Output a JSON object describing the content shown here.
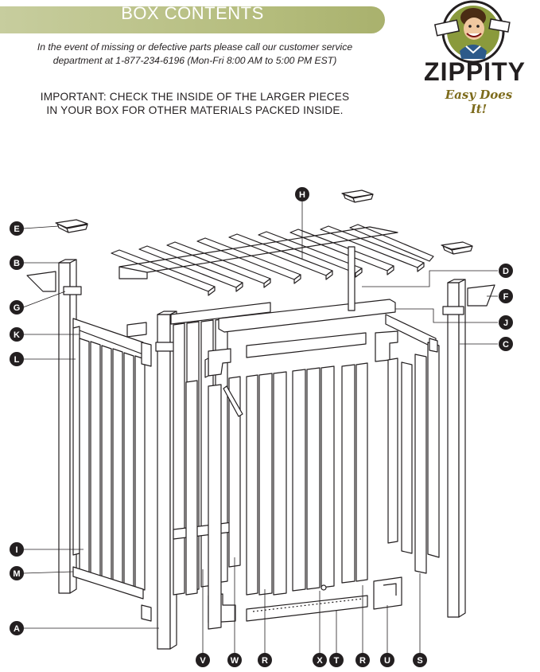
{
  "header": {
    "title": "BOX CONTENTS",
    "service_line1": "In the event of missing or defective parts please call our customer service",
    "service_line2": "department at 1-877-234-6196 (Mon-Fri 8:00 AM to 5:00 PM EST)",
    "important_line1": "IMPORTANT: CHECK THE INSIDE OF THE LARGER PIECES",
    "important_line2": "IN YOUR BOX FOR OTHER MATERIALS PACKED INSIDE."
  },
  "logo": {
    "brand": "ZIPPITY",
    "tagline": "Easy Does It!",
    "icon": "mascot-holding-fence-icon"
  },
  "diagram": {
    "left_labels": [
      "E",
      "B",
      "G",
      "K",
      "L",
      "I",
      "M",
      "A"
    ],
    "top_labels": [
      "H"
    ],
    "right_labels": [
      "D",
      "F",
      "J",
      "C"
    ],
    "bottom_labels": [
      "V",
      "W",
      "R",
      "X",
      "T",
      "R",
      "U",
      "S"
    ]
  },
  "colors": {
    "banner": "#b4bc7c",
    "callout": "#231f20",
    "tagline": "#7d6b1c"
  }
}
